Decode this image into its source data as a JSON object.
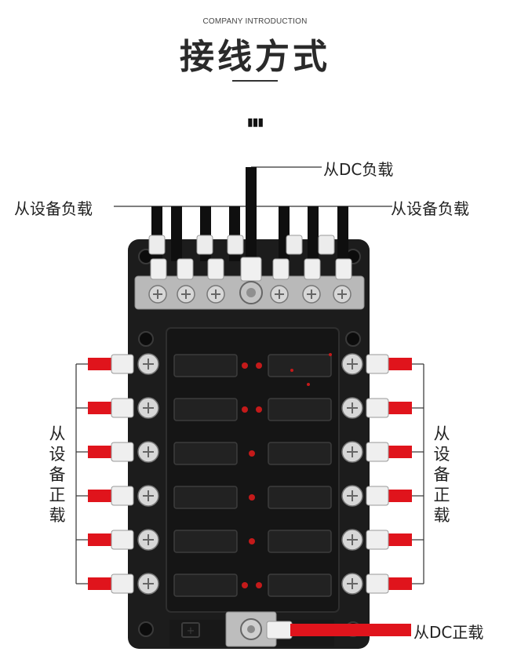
{
  "header": {
    "subtitle": "COMPANY INTRODUCTION",
    "title": "接线方式",
    "mark": "\"'"
  },
  "labels": {
    "dc_negative": "从DC负载",
    "device_negative_left": "从设备负载",
    "device_negative_right": "从设备负载",
    "device_positive_left": "从设备正载",
    "device_positive_right": "从设备正载",
    "dc_positive": "从DC正载"
  },
  "colors": {
    "housing": "#1b1b1b",
    "wire_negative": "#111111",
    "wire_positive": "#e0141c",
    "terminal_metal": "#bcbcbc",
    "indicator_led": "#c41a1a"
  }
}
